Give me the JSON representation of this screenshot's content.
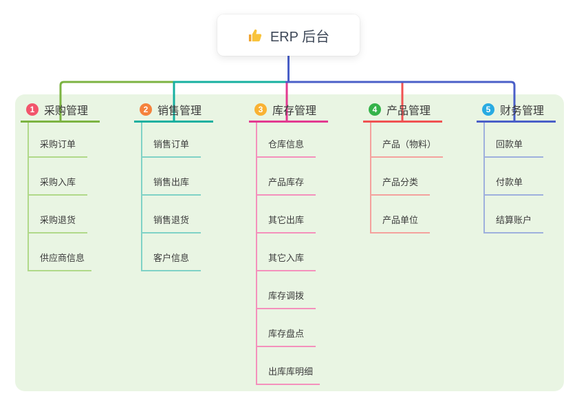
{
  "root": {
    "title": "ERP 后台",
    "icon": "thumbs-up-icon",
    "text_color": "#3d4757"
  },
  "colors": {
    "panel_background": "#e9f5e3",
    "root_stem": "#4a5fc8"
  },
  "branches": [
    {
      "index": "1",
      "label": "采购管理",
      "badge_color": "#f2556c",
      "line_color": "#7cb342",
      "child_line_color": "#b0d989",
      "children": [
        "采购订单",
        "采购入库",
        "采购退货",
        "供应商信息"
      ]
    },
    {
      "index": "2",
      "label": "销售管理",
      "badge_color": "#f5823c",
      "line_color": "#17b0a0",
      "child_line_color": "#7fd2c6",
      "children": [
        "销售订单",
        "销售出库",
        "销售退货",
        "客户信息"
      ]
    },
    {
      "index": "3",
      "label": "库存管理",
      "badge_color": "#f9b233",
      "line_color": "#e23a90",
      "child_line_color": "#f490bc",
      "children": [
        "仓库信息",
        "产品库存",
        "其它出库",
        "其它入库",
        "库存调拨",
        "库存盘点",
        "出库库明细"
      ]
    },
    {
      "index": "4",
      "label": "产品管理",
      "badge_color": "#35b34a",
      "line_color": "#f05252",
      "child_line_color": "#f4a19d",
      "children": [
        "产品（物料）",
        "产品分类",
        "产品单位"
      ]
    },
    {
      "index": "5",
      "label": "财务管理",
      "badge_color": "#29abe2",
      "line_color": "#4a5fc8",
      "child_line_color": "#9eb0dd",
      "children": [
        "回款单",
        "付款单",
        "结算账户"
      ]
    }
  ]
}
